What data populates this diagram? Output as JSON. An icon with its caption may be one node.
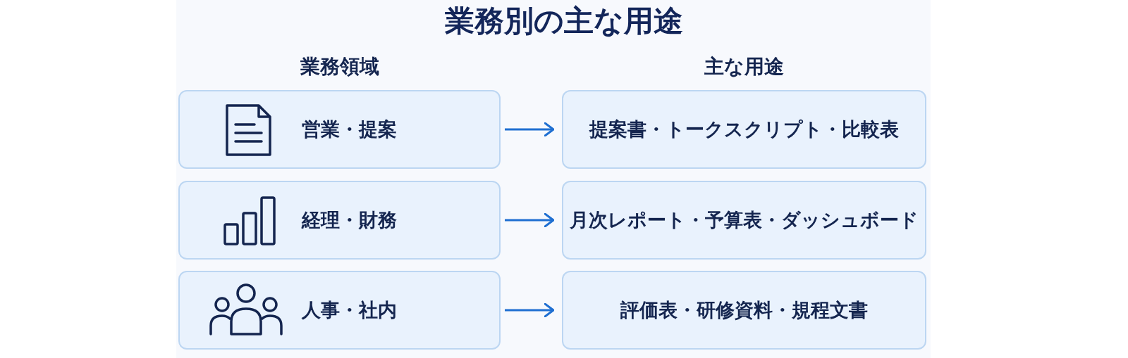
{
  "diagram": {
    "title": "業務別の主な用途",
    "nodes": [
      {
        "text": [
          "営業・提案"
        ]
      },
      {
        "text": [
          "提案書・トークスクリプト・比較表"
        ]
      },
      {
        "text": [
          "経理・財務"
        ]
      },
      {
        "text": [
          "月次レポート・予算表・ダッシュボード"
        ]
      },
      {
        "text": [
          "人事・社内"
        ]
      },
      {
        "text": [
          "評価表・研修資料・規程文書"
        ]
      }
    ],
    "edges": [
      {
        "from": 0,
        "to": 1,
        "arrow": "to"
      },
      {
        "from": 2,
        "to": 3,
        "arrow": "to"
      },
      {
        "from": 4,
        "to": 5,
        "arrow": "to"
      }
    ],
    "labels": [
      "業務領域",
      "主な用途"
    ]
  }
}
